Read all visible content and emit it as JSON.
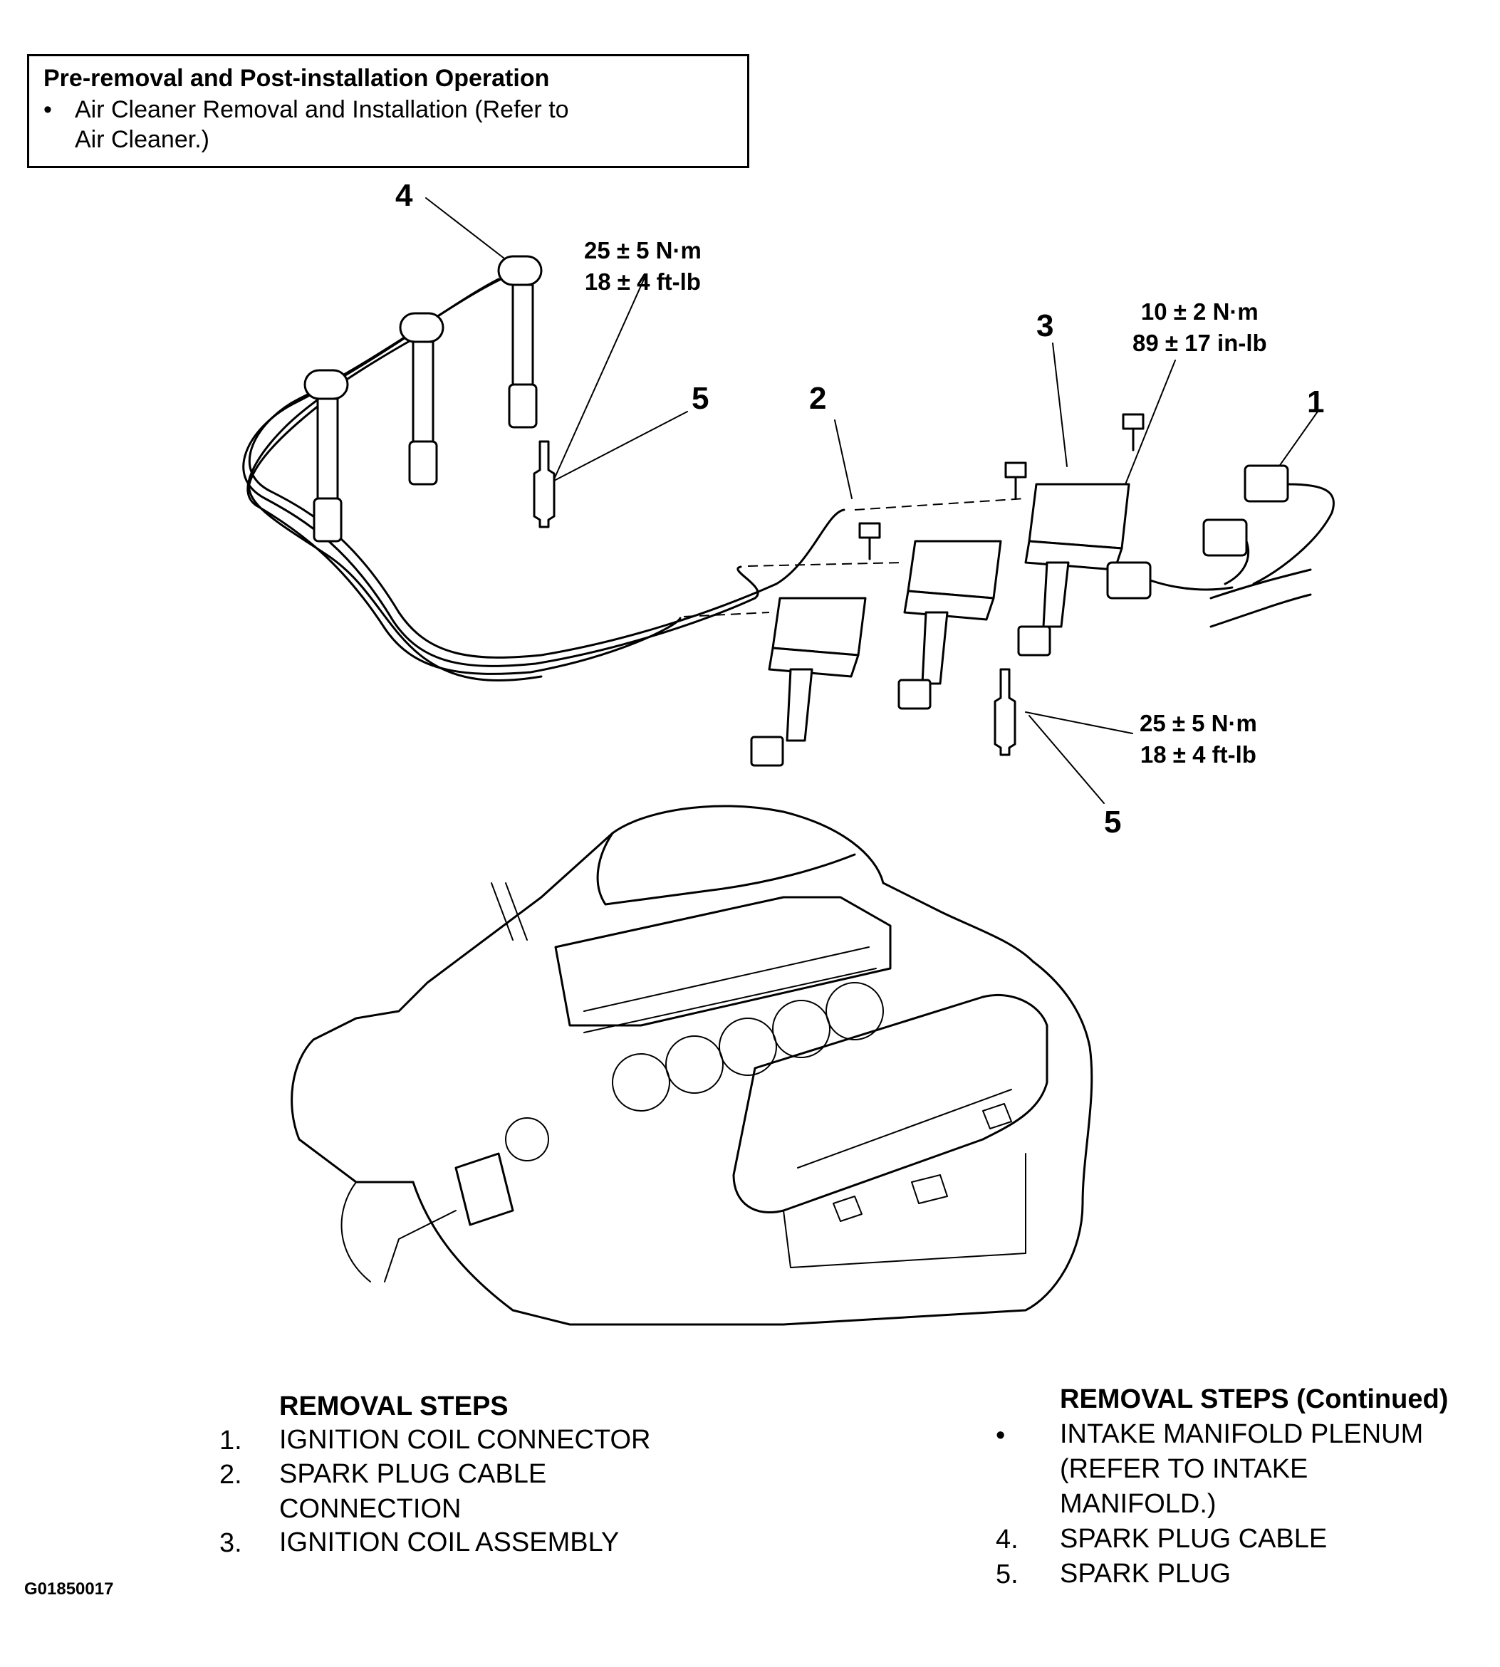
{
  "note": {
    "title": "Pre-removal and Post-installation Operation",
    "bullet": "•",
    "line1": "Air Cleaner Removal and Installation (Refer to",
    "line2": "Air Cleaner.)"
  },
  "callouts": {
    "c4": "4",
    "c5_top": "5",
    "c2": "2",
    "c3": "3",
    "c1": "1",
    "c5_bottom": "5"
  },
  "torques": {
    "plug_top": {
      "nm": "25 ± 5 N·m",
      "imperial": "18 ± 4 ft-lb"
    },
    "coil_bolt": {
      "nm": "10 ± 2 N·m",
      "imperial": "89 ± 17 in-lb"
    },
    "plug_bottom": {
      "nm": "25 ± 5 N·m",
      "imperial": "18 ± 4 ft-lb"
    }
  },
  "steps_left": {
    "heading": "REMOVAL STEPS",
    "items": [
      {
        "num": "1.",
        "line1": "IGNITION COIL CONNECTOR",
        "line2": ""
      },
      {
        "num": "2.",
        "line1": "SPARK PLUG CABLE",
        "line2": "CONNECTION"
      },
      {
        "num": "3.",
        "line1": "IGNITION COIL ASSEMBLY",
        "line2": ""
      }
    ]
  },
  "steps_right": {
    "heading": "REMOVAL STEPS (Continued)",
    "items": [
      {
        "num": "•",
        "line1": "INTAKE MANIFOLD PLENUM",
        "line2": "(REFER TO INTAKE",
        "line3": "MANIFOLD.)"
      },
      {
        "num": "4.",
        "line1": "SPARK PLUG CABLE"
      },
      {
        "num": "5.",
        "line1": "SPARK PLUG"
      }
    ]
  },
  "figure_id": "G01850017"
}
